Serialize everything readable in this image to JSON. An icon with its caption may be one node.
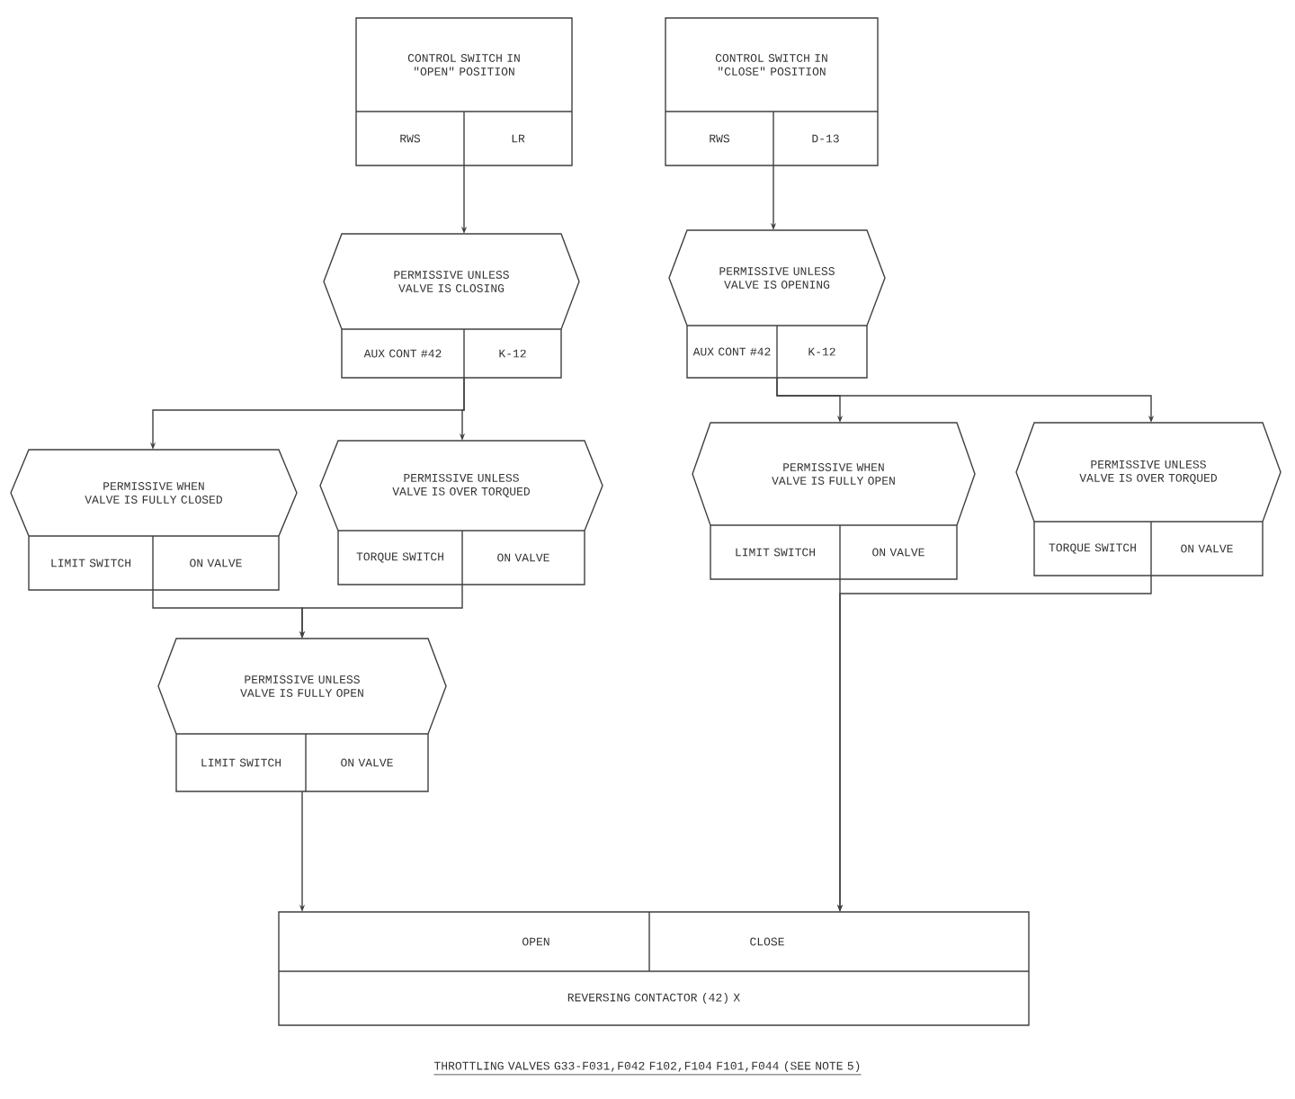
{
  "diagram": {
    "caption": "THROTTLING VALVES G33-F031,F042 F102,F104 F101,F044 (SEE NOTE 5)",
    "nodes": [
      {
        "text": [
          "CONTROL SWITCH IN \"OPEN\" POSITION",
          "RWS",
          "LR"
        ]
      },
      {
        "text": [
          "CONTROL SWITCH IN \"CLOSE\" POSITION",
          "RWS",
          "D-13"
        ]
      },
      {
        "text": [
          "PERMISSIVE UNLESS VALVE IS CLOSING",
          "AUX CONT #42",
          "K-12"
        ]
      },
      {
        "text": [
          "PERMISSIVE UNLESS VALVE IS OPENING",
          "AUX CONT #42",
          "K-12"
        ]
      },
      {
        "text": [
          "PERMISSIVE WHEN VALVE IS FULLY CLOSED",
          "LIMIT SWITCH",
          "ON VALVE"
        ]
      },
      {
        "text": [
          "PERMISSIVE UNLESS VALVE IS OVER TORQUED",
          "TORQUE SWITCH",
          "ON VALVE"
        ]
      },
      {
        "text": [
          "PERMISSIVE WHEN VALVE IS FULLY OPEN",
          "LIMIT SWITCH",
          "ON VALVE"
        ]
      },
      {
        "text": [
          "PERMISSIVE UNLESS VALVE IS OVER TORQUED",
          "TORQUE SWITCH",
          "ON VALVE"
        ]
      },
      {
        "text": [
          "PERMISSIVE UNLESS VALVE IS FULLY OPEN",
          "LIMIT SWITCH",
          "ON VALVE"
        ]
      },
      {
        "text": [
          "OPEN",
          "CLOSE",
          "REVERSING CONTACTOR (42) X"
        ]
      }
    ],
    "edges": [
      {
        "from": 0,
        "to": 2,
        "arrow": "to"
      },
      {
        "from": 2,
        "to": 4,
        "arrow": "to"
      },
      {
        "from": 2,
        "to": 5,
        "arrow": "to"
      },
      {
        "from": 4,
        "to": 8,
        "arrow": "to"
      },
      {
        "from": 5,
        "to": 8,
        "arrow": "to"
      },
      {
        "from": 8,
        "to": 9,
        "arrow": "to"
      },
      {
        "from": 1,
        "to": 3,
        "arrow": "to"
      },
      {
        "from": 3,
        "to": 6,
        "arrow": "to"
      },
      {
        "from": 3,
        "to": 7,
        "arrow": "to"
      },
      {
        "from": 6,
        "to": 9,
        "arrow": "to"
      },
      {
        "from": 7,
        "to": 9,
        "arrow": "to"
      }
    ]
  }
}
